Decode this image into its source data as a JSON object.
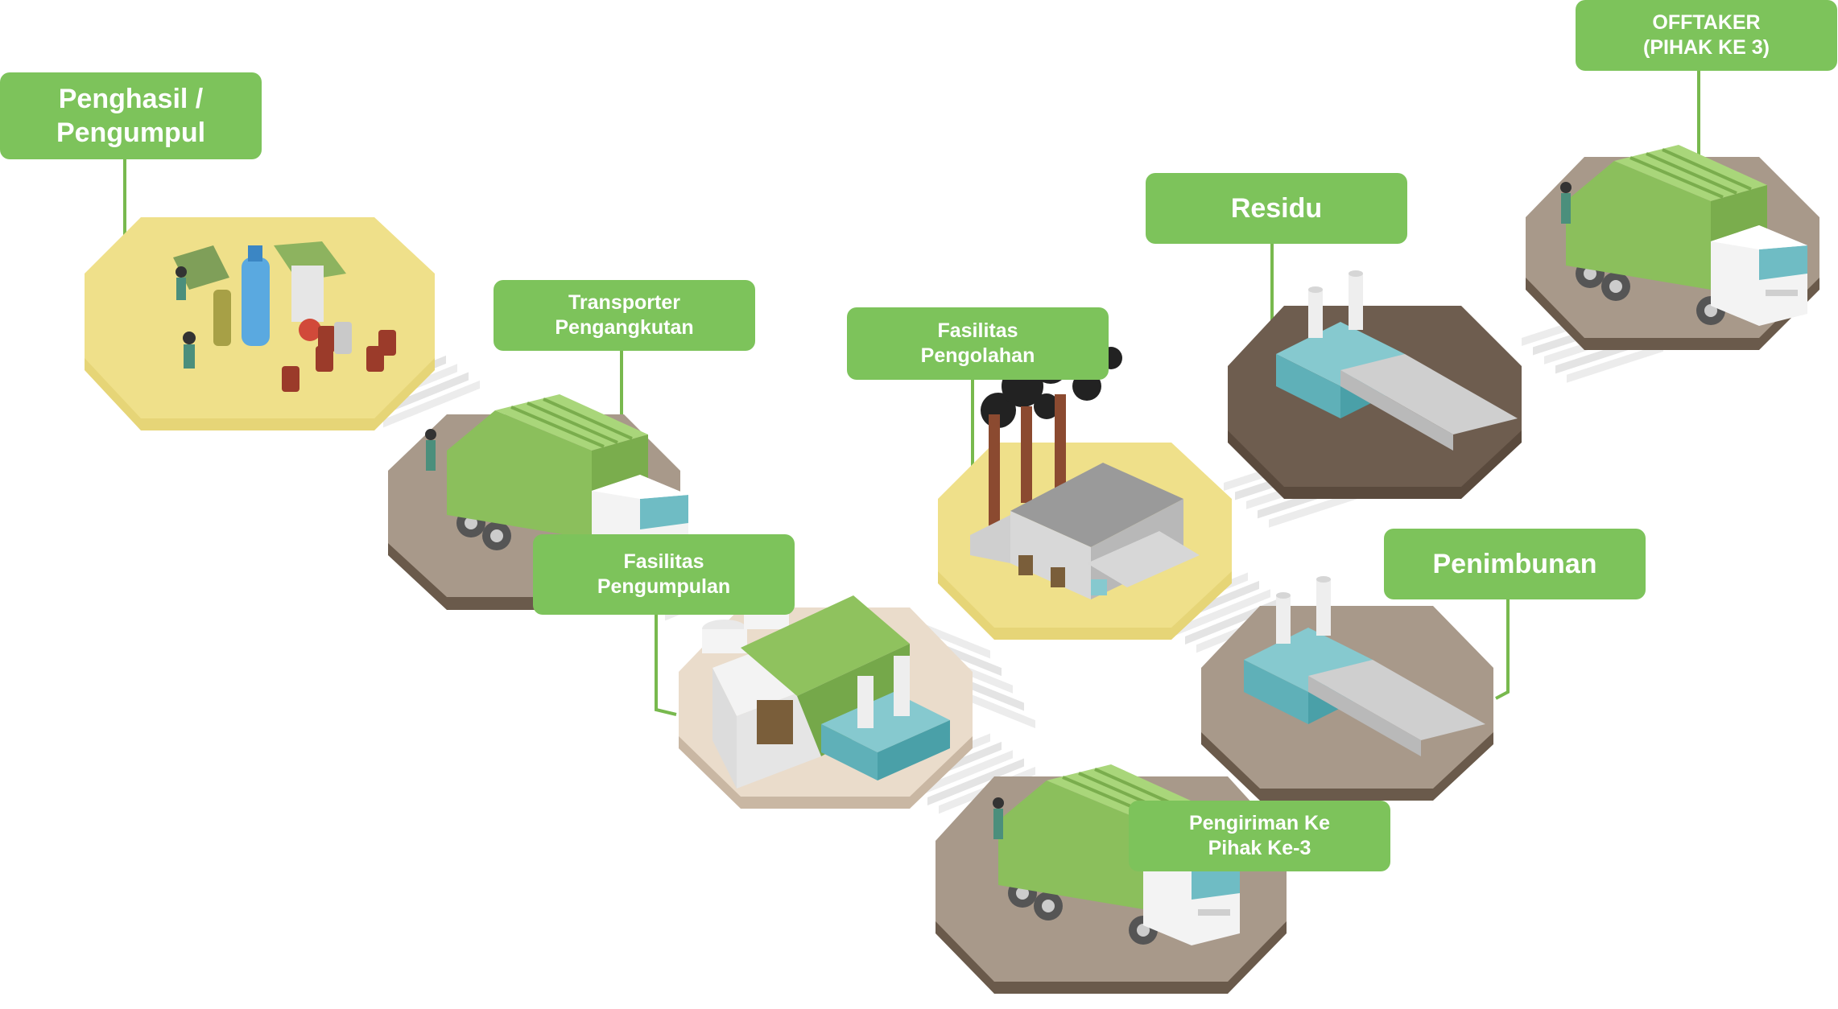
{
  "colors": {
    "label_bg": "#7dc35b",
    "label_text": "#ffffff",
    "connector": "#78b94e",
    "platform_yellow": "#efe08a",
    "platform_brown": "#a8998a",
    "platform_dark": "#6e5d4f",
    "platform_beige": "#eadccb",
    "truck_green": "#9ccc6a",
    "landfill_teal": "#79c2c9"
  },
  "labels": {
    "generator": "Penghasil /\nPengumpul",
    "transporter": "Transporter\nPengangkutan",
    "collection": "Fasilitas\nPengumpulan",
    "processing": "Fasilitas\nPengolahan",
    "residue": "Residu",
    "landfill": "Penimbunan",
    "third_party_shipping": "Pengiriman Ke\nPihak Ke-3",
    "offtaker": "OFFTAKER\n(PIHAK KE 3)"
  }
}
